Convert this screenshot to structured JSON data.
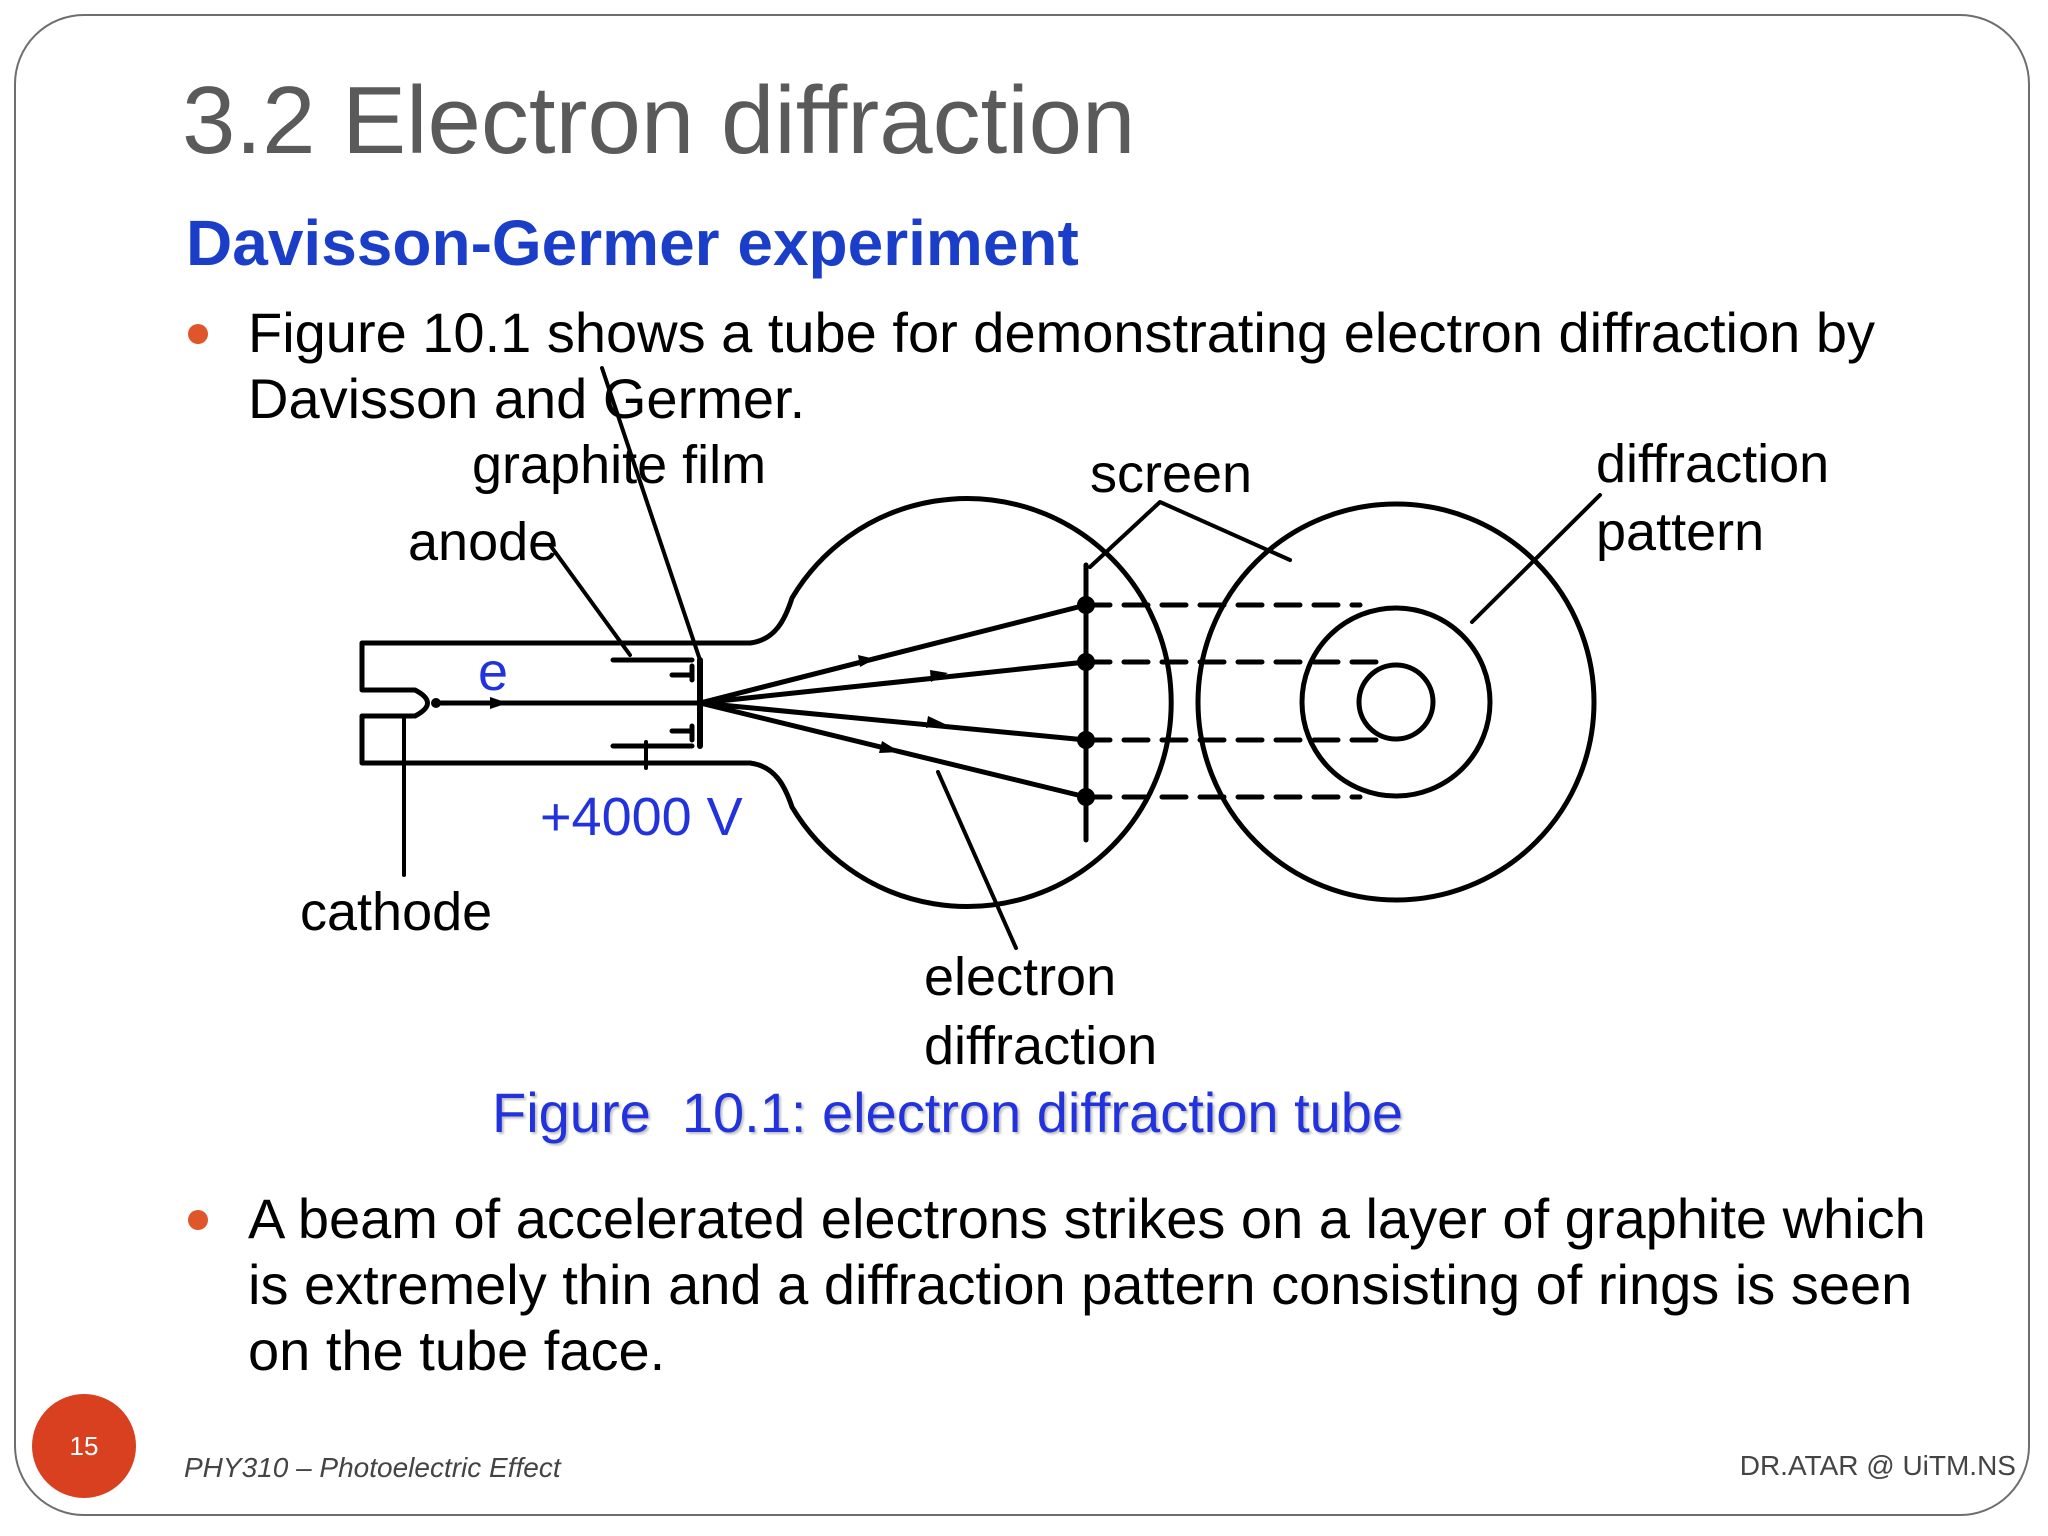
{
  "slide": {
    "title": "3.2 Electron diffraction",
    "subtitle": "Davisson-Germer experiment",
    "bullets": [
      "Figure 10.1 shows a tube for demonstrating electron diffraction by Davisson and Germer.",
      "A beam of accelerated electrons strikes on a layer of graphite which is extremely thin and a diffraction pattern consisting of rings is seen on the tube face."
    ],
    "page_number": "15",
    "footer_left": "PHY310 – Photoelectric Effect",
    "footer_right": "DR.ATAR @ UiTM.NS"
  },
  "figure": {
    "caption": "Figure  10.1: electron diffraction tube",
    "labels": {
      "graphite_film": "graphite film",
      "anode": "anode",
      "e": "e",
      "voltage": "+4000 V",
      "cathode": "cathode",
      "screen": "screen",
      "diffraction_1": "diffraction",
      "diffraction_2": "pattern",
      "electron_1": "electron",
      "electron_2": "diffraction"
    }
  },
  "colors": {
    "accent_bullet": "#e0562a",
    "subtitle": "#1a3ec8",
    "figure_blue": "#2233dd",
    "page_badge": "#d8401f"
  }
}
